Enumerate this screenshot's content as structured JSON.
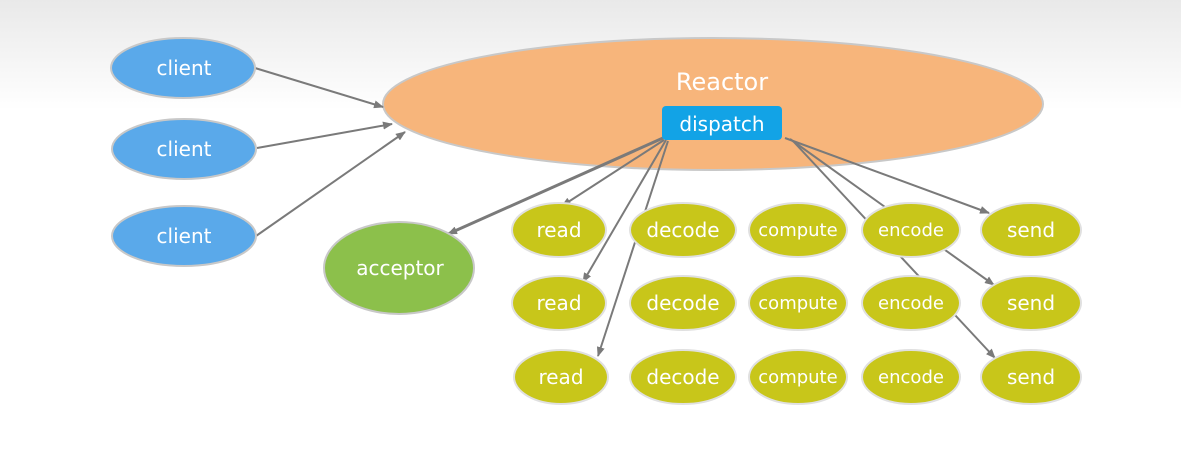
{
  "diagram": {
    "reactor": {
      "label": "Reactor"
    },
    "dispatch": {
      "label": "dispatch"
    },
    "acceptor": {
      "label": "acceptor"
    },
    "clients": [
      {
        "label": "client"
      },
      {
        "label": "client"
      },
      {
        "label": "client"
      }
    ],
    "handlers": [
      {
        "read": "read",
        "decode": "decode",
        "compute": "compute",
        "encode": "encode",
        "send": "send"
      },
      {
        "read": "read",
        "decode": "decode",
        "compute": "compute",
        "encode": "encode",
        "send": "send"
      },
      {
        "read": "read",
        "decode": "decode",
        "compute": "compute",
        "encode": "encode",
        "send": "send"
      }
    ]
  },
  "colors": {
    "client": "#5aa9ea",
    "reactor": "#f7b57b",
    "dispatch": "#12a3e6",
    "acceptor": "#8cc04b",
    "handler": "#c8c61a",
    "arrow": "#7a7a7a"
  }
}
